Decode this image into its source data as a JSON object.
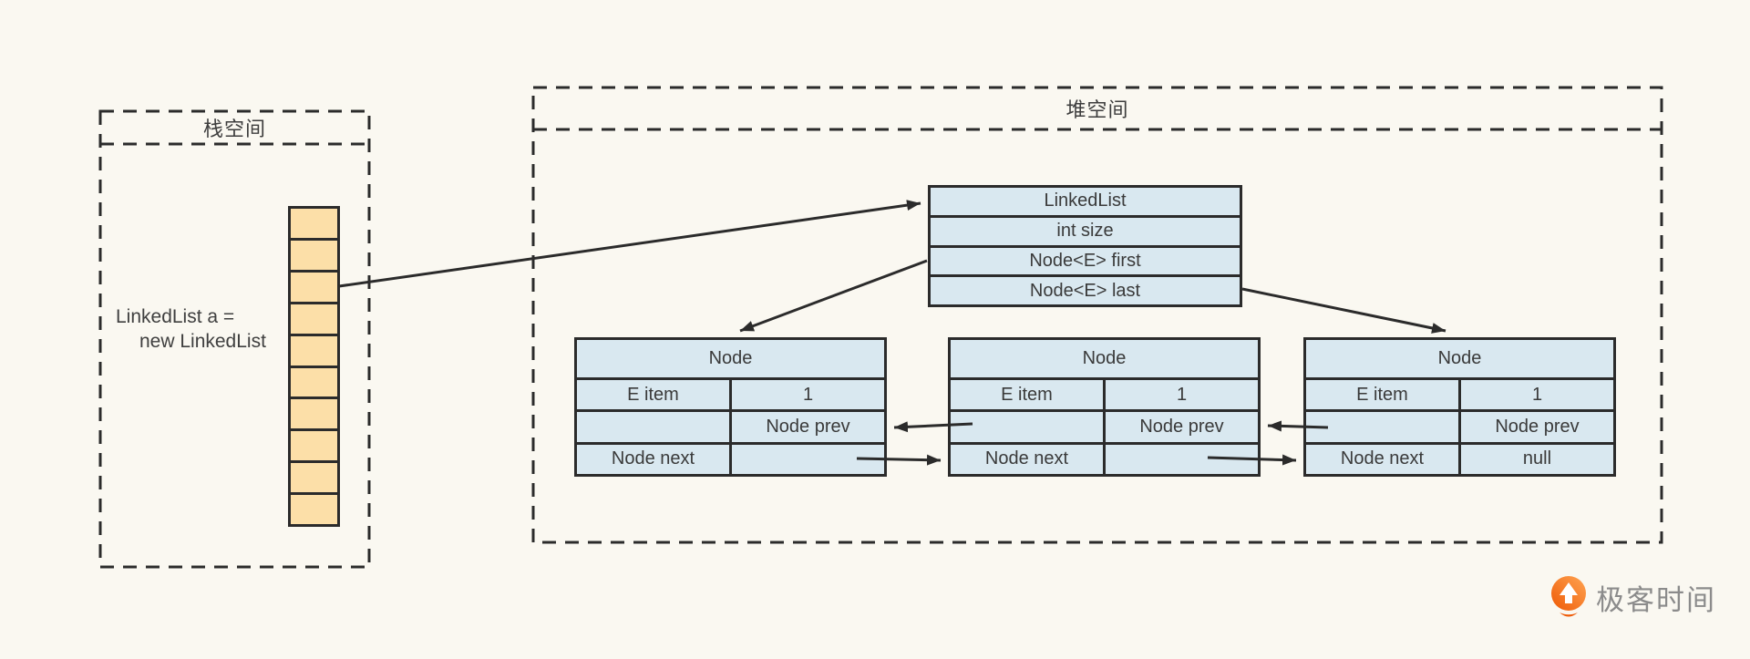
{
  "stack_region": {
    "title": "栈空间",
    "variable_label": {
      "line1": "LinkedList a =",
      "line2": "new LinkedList"
    },
    "cell_count": 10
  },
  "heap_region": {
    "title": "堆空间"
  },
  "linked_list_object": {
    "rows": [
      "LinkedList",
      "int size",
      "Node<E> first",
      "Node<E> last"
    ]
  },
  "nodes": [
    {
      "title": "Node",
      "row_item": [
        "E item",
        "1"
      ],
      "row_prev": [
        "",
        "Node prev"
      ],
      "row_next": [
        "Node next",
        ""
      ]
    },
    {
      "title": "Node",
      "row_item": [
        "E item",
        "1"
      ],
      "row_prev": [
        "",
        "Node prev"
      ],
      "row_next": [
        "Node next",
        ""
      ]
    },
    {
      "title": "Node",
      "row_item": [
        "E item",
        "1"
      ],
      "row_prev": [
        "",
        "Node prev"
      ],
      "row_next": [
        "Node next",
        "null"
      ]
    }
  ],
  "logo": {
    "brand": "极客时间"
  },
  "colors": {
    "background": "#faf8f1",
    "stack_cell_fill": "#fcdfa8",
    "object_cell_fill": "#d9e8f0",
    "line": "#2b2b2b",
    "logo_orange": "#f26207",
    "logo_text": "#8b8b8b"
  }
}
